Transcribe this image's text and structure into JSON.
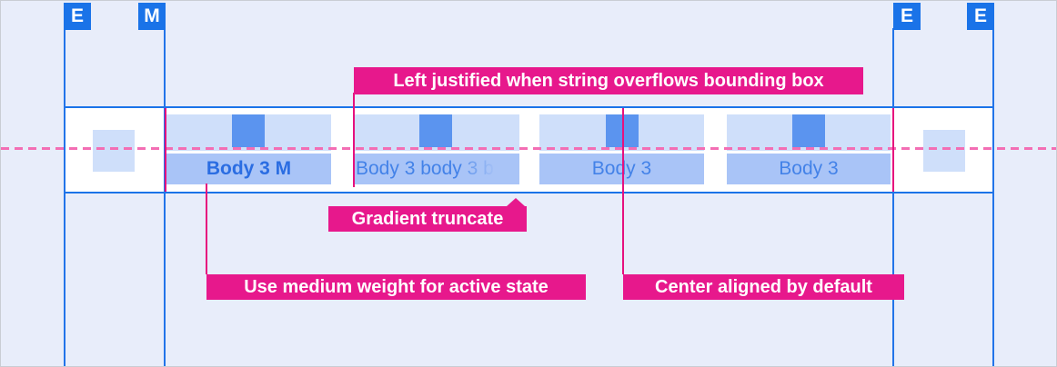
{
  "colors": {
    "page_bg": "#e8edfa",
    "accent_blue": "#1a73e8",
    "annotation_pink": "#e7188c",
    "dashed_guide_pink": "#f36eb4",
    "tab_icon_blue": "#5b94ef",
    "tab_icon_area_bg": "#cfdffa",
    "tab_text_area_bg": "#a9c4f7",
    "tab_text_blue": "#4382e8",
    "tab_text_active_blue": "#2b6de2"
  },
  "margin_markers": [
    {
      "label": "E"
    },
    {
      "label": "M"
    },
    {
      "label": "E"
    },
    {
      "label": "E"
    }
  ],
  "tab_bar": {
    "tabs": [
      {
        "label": "Body 3 M",
        "state": "active",
        "alignment": "center"
      },
      {
        "label": "Body 3 body 3 b",
        "label_solid": "Body 3 body",
        "label_faded": " 3 b",
        "state": "default",
        "alignment": "left",
        "truncated": true
      },
      {
        "label": "Body 3",
        "state": "default",
        "alignment": "center"
      },
      {
        "label": "Body 3",
        "state": "default",
        "alignment": "center"
      }
    ]
  },
  "annotations": {
    "overflow_label": "Left justified when string overflows bounding box",
    "gradient_label": "Gradient truncate",
    "active_weight_label": "Use medium weight for active state",
    "center_align_label": "Center aligned by default"
  }
}
